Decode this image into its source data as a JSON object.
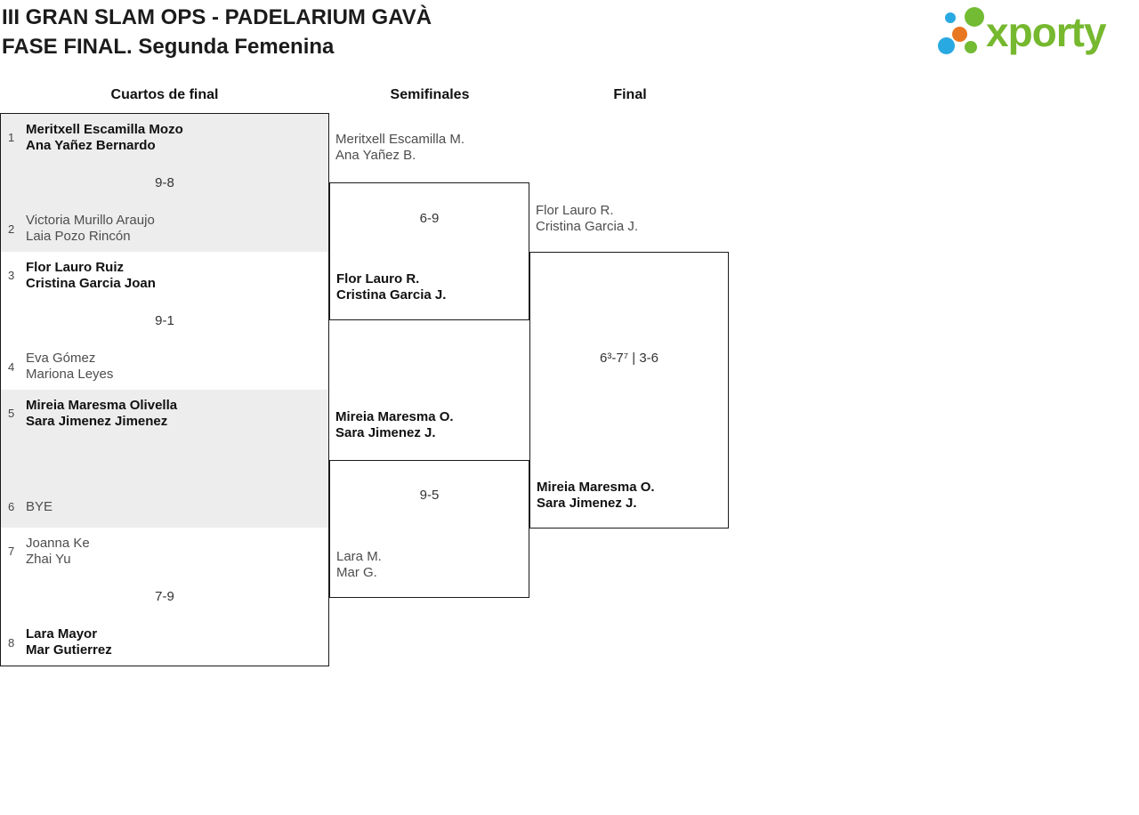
{
  "header": {
    "title_line1": "III GRAN SLAM OPS - PADELARIUM GAVÀ",
    "title_line2": "FASE FINAL. Segunda Femenina"
  },
  "logo": {
    "text": "xporty",
    "brand_green": "#76b82e",
    "brand_blue": "#29a9e1",
    "brand_orange": "#e87722"
  },
  "rounds": {
    "quarterfinals_label": "Cuartos de final",
    "semifinals_label": "Semifinales",
    "final_label": "Final"
  },
  "quarterfinals": [
    {
      "seed_top": "1",
      "team_top": [
        "Meritxell Escamilla Mozo",
        "Ana Yañez Bernardo"
      ],
      "score": "9-8",
      "seed_bottom": "2",
      "team_bottom": [
        "Victoria Murillo Araujo",
        "Laia Pozo Rincón"
      ]
    },
    {
      "seed_top": "3",
      "team_top": [
        "Flor Lauro Ruiz",
        "Cristina Garcia Joan"
      ],
      "score": "9-1",
      "seed_bottom": "4",
      "team_bottom": [
        "Eva Gómez",
        "Mariona Leyes"
      ]
    },
    {
      "seed_top": "5",
      "team_top": [
        "Mireia Maresma Olivella",
        "Sara Jimenez Jimenez"
      ],
      "score": "",
      "seed_bottom": "6",
      "team_bottom": [
        "BYE"
      ]
    },
    {
      "seed_top": "7",
      "team_top": [
        "Joanna Ke",
        "Zhai Yu"
      ],
      "score": "7-9",
      "seed_bottom": "8",
      "team_bottom": [
        "Lara Mayor",
        "Mar Gutierrez"
      ]
    }
  ],
  "semifinals": [
    {
      "team_top": [
        "Meritxell Escamilla M.",
        "Ana Yañez B."
      ],
      "score": "6-9",
      "team_bottom": [
        "Flor Lauro R.",
        "Cristina Garcia J."
      ]
    },
    {
      "team_top": [
        "Mireia Maresma O.",
        "Sara Jimenez J."
      ],
      "score": "9-5",
      "team_bottom": [
        "Lara M.",
        "Mar G."
      ]
    }
  ],
  "final": {
    "team_top": [
      "Flor Lauro R.",
      "Cristina Garcia J."
    ],
    "score": "6³-7⁷ | 3-6",
    "team_bottom": [
      "Mireia Maresma O.",
      "Sara Jimenez J."
    ]
  }
}
